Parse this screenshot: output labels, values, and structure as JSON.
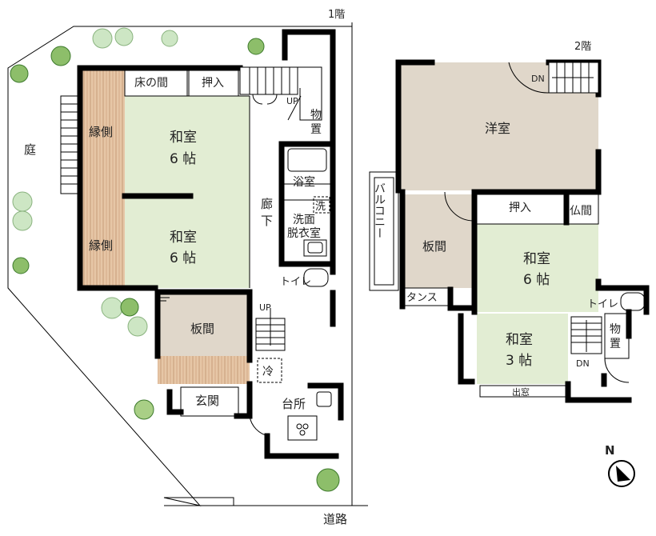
{
  "floor1": {
    "title": "1階",
    "garden": "庭",
    "engawa_top": "縁側",
    "engawa_bottom": "縁側",
    "tokonoma": "床の間",
    "oshiire": "押入",
    "washitsu_a_name": "和室",
    "washitsu_a_size": "6 帖",
    "washitsu_b_name": "和室",
    "washitsu_b_size": "6 帖",
    "storage_a": "物",
    "storage_b": "置",
    "up_top": "UP",
    "bath": "浴室",
    "corridor_a": "廊",
    "corridor_b": "下",
    "washer": "洗",
    "washroom_a": "洗面",
    "washroom_b": "脱衣室",
    "toilet": "トイレ",
    "up_mid": "UP",
    "itama": "板間",
    "fridge": "冷",
    "genkan": "玄関",
    "kitchen": "台所",
    "road": "道路"
  },
  "floor2": {
    "title": "2階",
    "dn_top": "DN",
    "yoshitsu": "洋室",
    "balcony": "バルコニー",
    "oshiire": "押入",
    "butsuma": "仏間",
    "itama": "板間",
    "washitsu6_name": "和室",
    "washitsu6_size": "6 帖",
    "tansu": "タンス",
    "toilet": "トイレ",
    "washitsu3_name": "和室",
    "washitsu3_size": "3 帖",
    "storage_a": "物",
    "storage_b": "置",
    "dn_bottom": "DN",
    "window": "出窓"
  },
  "compass": {
    "label": "N"
  }
}
